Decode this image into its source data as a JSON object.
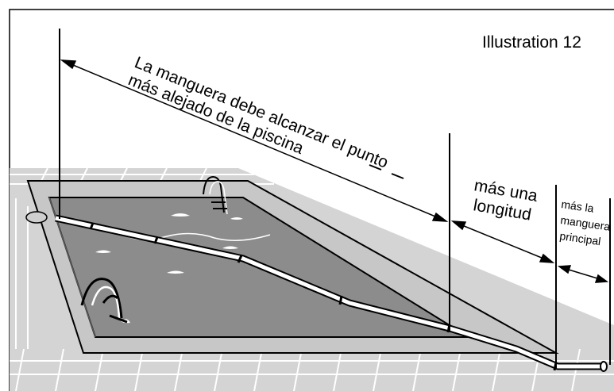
{
  "illustration_label": "Illustration 12",
  "text": {
    "main_line1": "La manguera debe alcanzar el punto",
    "main_line2": "más alejado de la piscina",
    "extra_line1": "más una",
    "extra_line2": "longitud",
    "hose_line1": "más la",
    "hose_line2": "manguera",
    "hose_line3": "principal"
  },
  "colors": {
    "water": "#8c8c8c",
    "deck": "#c7c7c7",
    "tile": "#d2d2d2",
    "line": "#000000"
  }
}
